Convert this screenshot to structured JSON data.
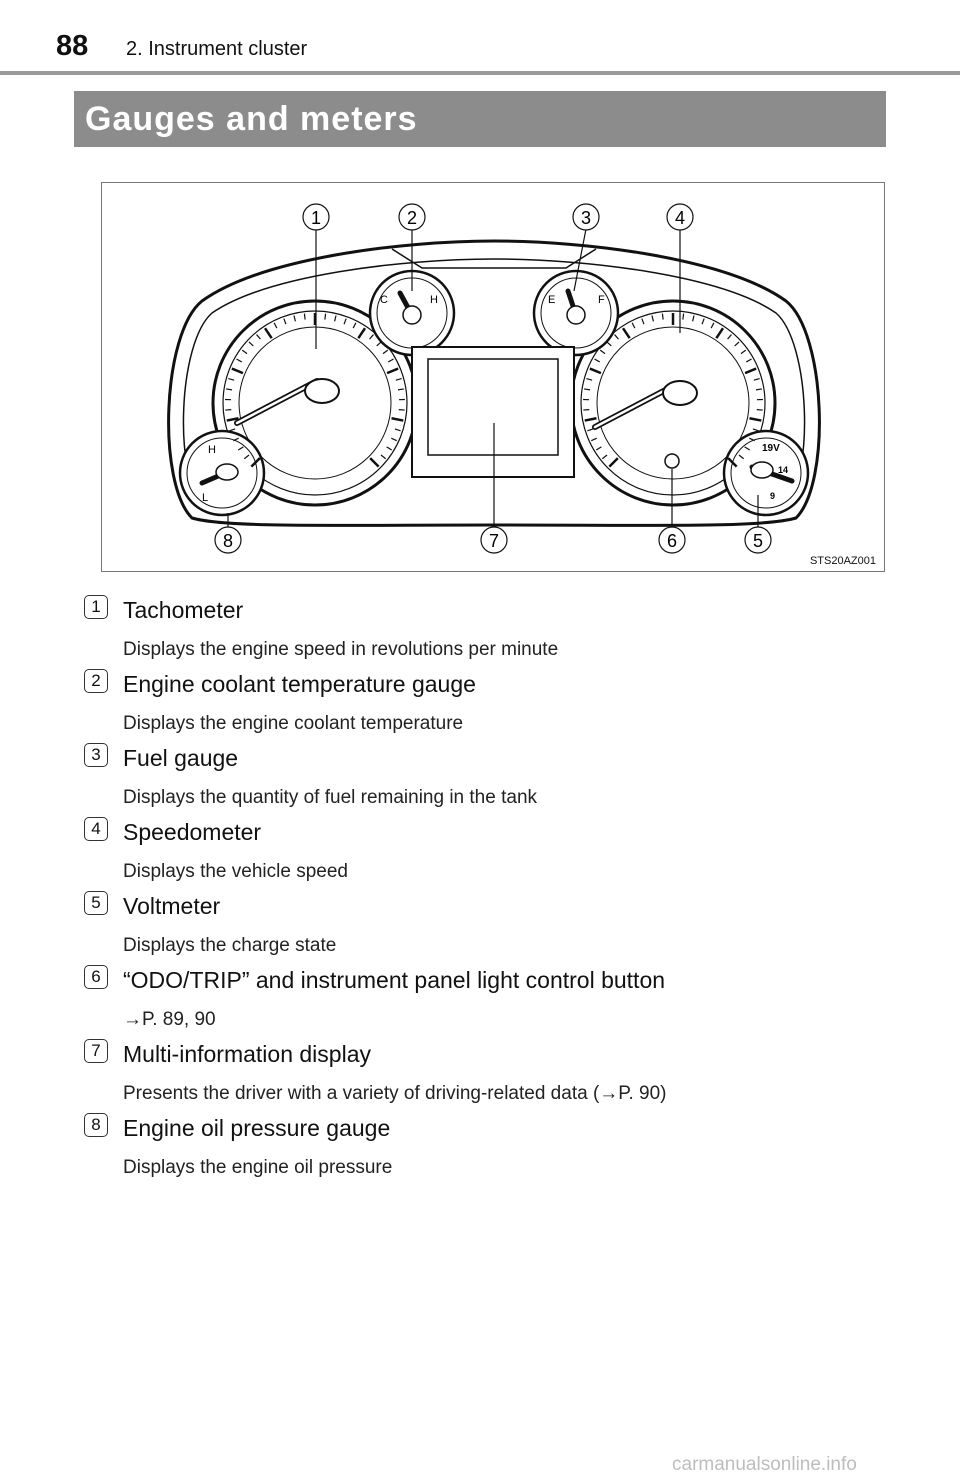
{
  "header": {
    "page_number": "88",
    "chapter": "2. Instrument cluster"
  },
  "section": {
    "title": "Gauges and meters"
  },
  "figure": {
    "id": "STS20AZ001",
    "callouts": [
      "1",
      "2",
      "3",
      "4",
      "5",
      "6",
      "7",
      "8"
    ],
    "gauge_labels": {
      "coolant_cold": "C",
      "coolant_hot": "H",
      "fuel_empty": "E",
      "fuel_full": "F",
      "oil_high": "H",
      "oil_low": "L",
      "volt_19": "19V",
      "volt_14": "14",
      "volt_9": "9"
    }
  },
  "items": [
    {
      "num": "1",
      "title": "Tachometer",
      "desc": "Displays the engine speed in revolutions per minute"
    },
    {
      "num": "2",
      "title": "Engine coolant temperature gauge",
      "desc": "Displays the engine coolant temperature"
    },
    {
      "num": "3",
      "title": "Fuel gauge",
      "desc": "Displays the quantity of fuel remaining in the tank"
    },
    {
      "num": "4",
      "title": "Speedometer",
      "desc": "Displays the vehicle speed"
    },
    {
      "num": "5",
      "title": "Voltmeter",
      "desc": "Displays the charge state"
    },
    {
      "num": "6",
      "title": "“ODO/TRIP” and instrument panel light control button",
      "desc": "→P. 89, 90"
    },
    {
      "num": "7",
      "title": "Multi-information display",
      "desc": "Presents the driver with a variety of driving-related data (→P. 90)"
    },
    {
      "num": "8",
      "title": "Engine oil pressure gauge",
      "desc": "Displays the engine oil pressure"
    }
  ],
  "footer": {
    "watermark": "carmanualsonline.info"
  }
}
